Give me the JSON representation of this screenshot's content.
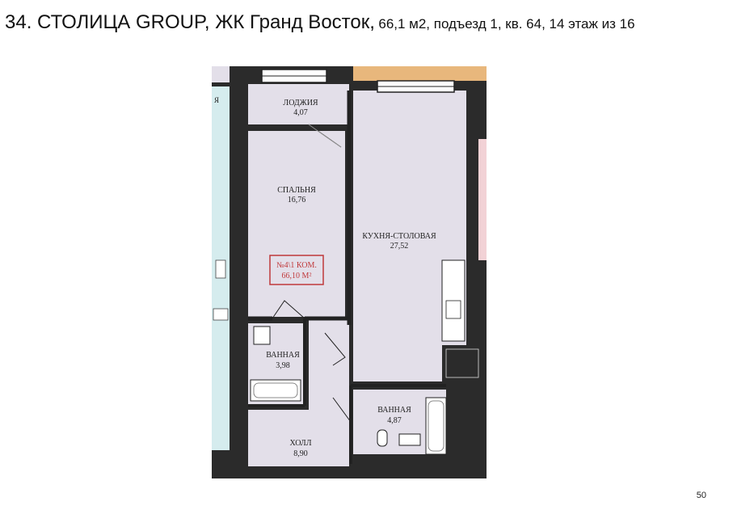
{
  "header": {
    "title_main": "34. СТОЛИЦА GROUP, ЖК Гранд Восток,",
    "title_details": "66,1 м2, подъезд 1, кв. 64, 14 этаж из 16"
  },
  "plan": {
    "rooms": {
      "loggia": {
        "name": "ЛОДЖИЯ",
        "area": "4,07"
      },
      "bedroom": {
        "name": "СПАЛЬНЯ",
        "area": "16,76"
      },
      "kitchen": {
        "name": "КУХНЯ-СТОЛОВАЯ",
        "area": "27,52"
      },
      "bath1": {
        "name": "ВАННАЯ",
        "area": "3,98"
      },
      "bath2": {
        "name": "ВАННАЯ",
        "area": "4,87"
      },
      "hall": {
        "name": "ХОЛЛ",
        "area": "8,90"
      }
    },
    "apartment_stamp": {
      "line1": "№4\\1 КОМ.",
      "line2": "66,10 М²"
    },
    "edge_text": "Я",
    "colors": {
      "room_fill": "#e3dfe9",
      "wall": "#222222",
      "exterior_dark": "#2b2b2b",
      "neighbor_blue": "#d5ecee",
      "neighbor_pink": "#f2d2d6",
      "neighbor_orange": "#e8b77c",
      "stamp_red": "#c0393b"
    }
  },
  "footer": {
    "page_number": "50"
  }
}
